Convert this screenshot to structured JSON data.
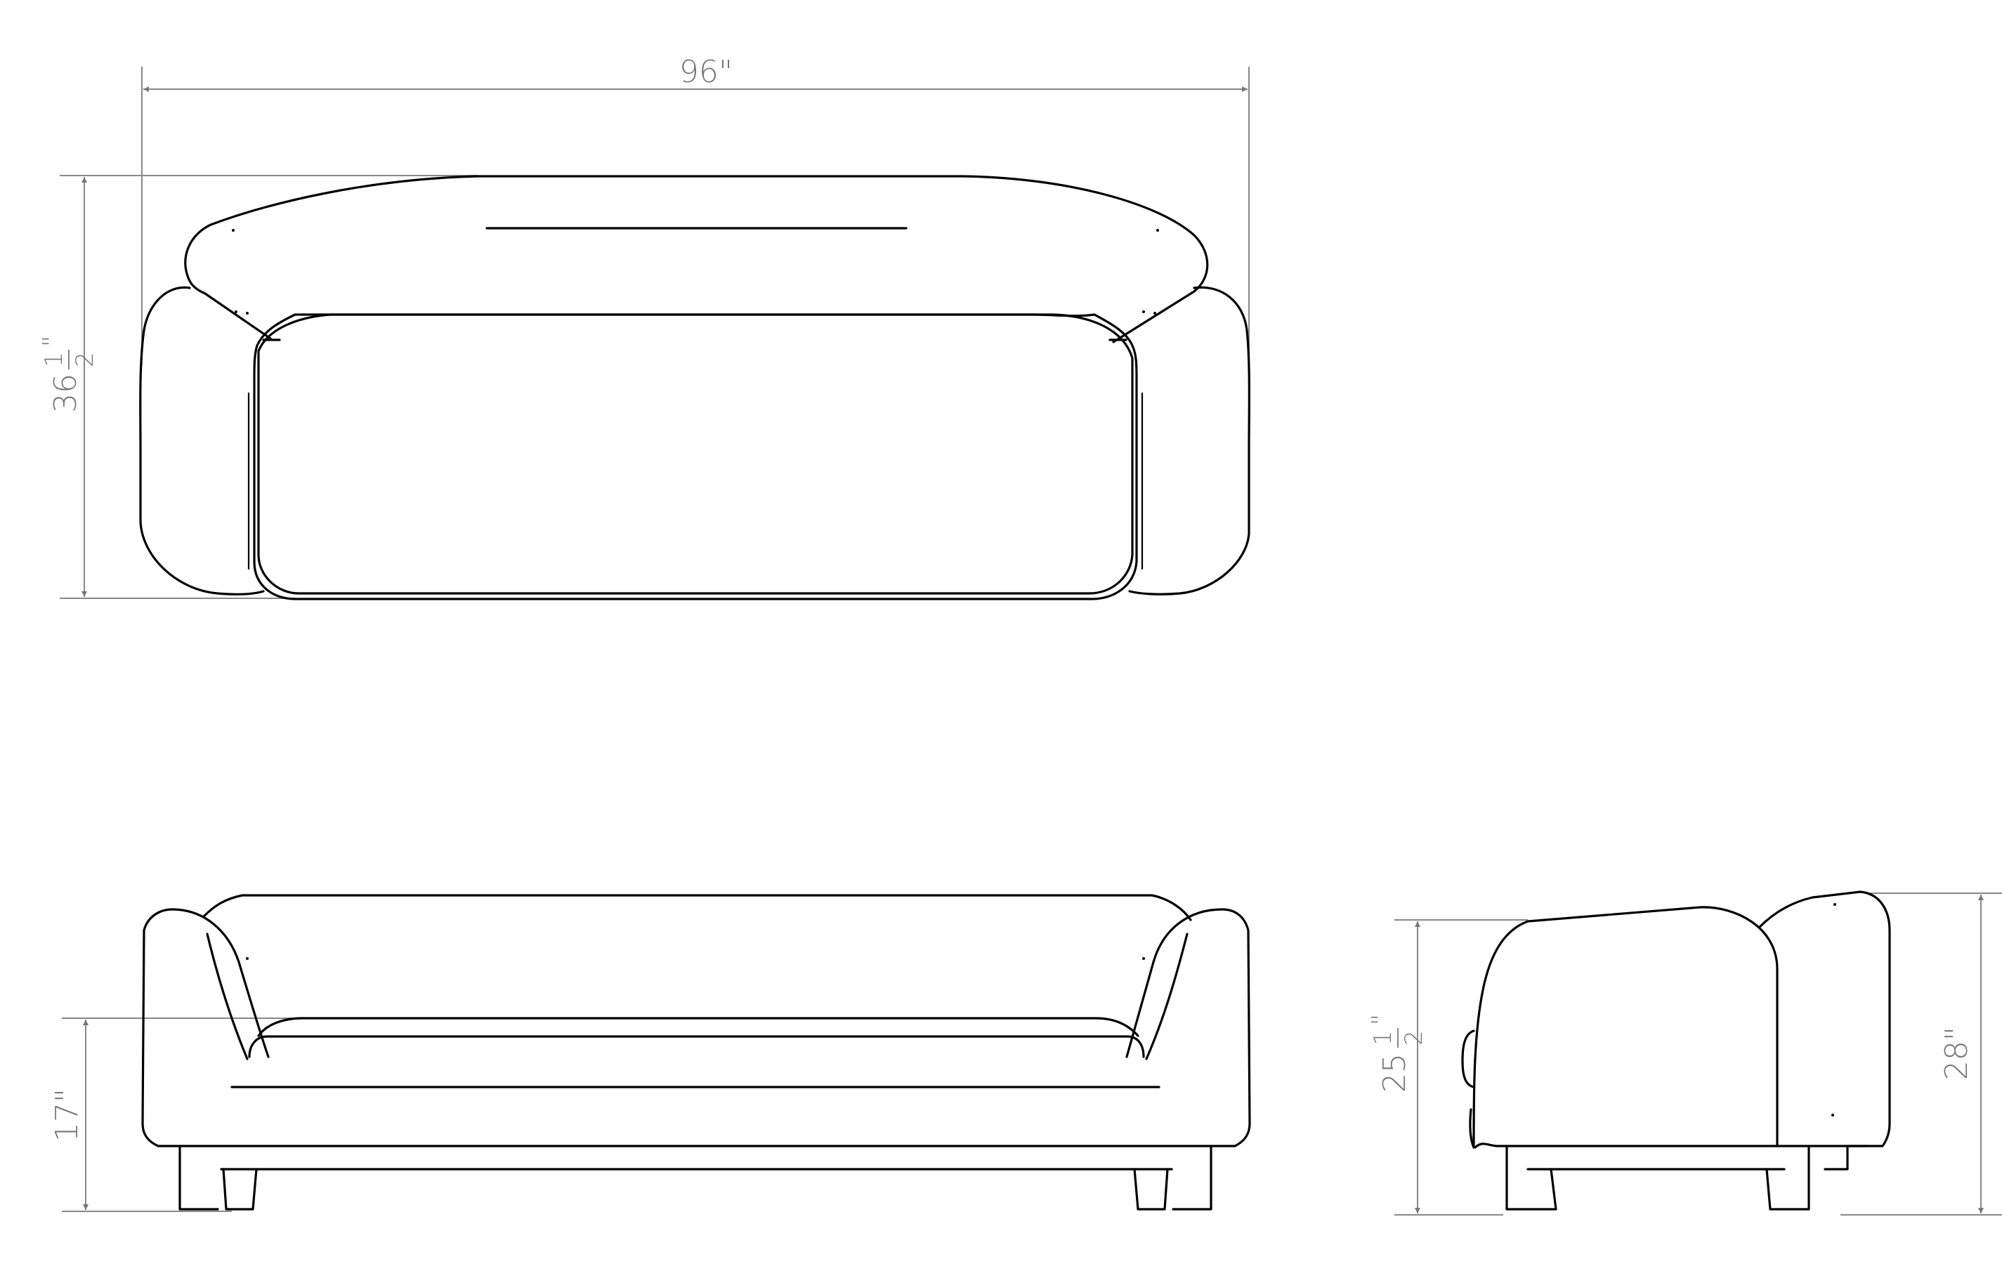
{
  "dimensions": {
    "width": "96\"",
    "depth_whole": "36",
    "depth_num": "1",
    "depth_den": "2",
    "depth_inch": "\"",
    "seat_height": "17\"",
    "arm_height_whole": "25",
    "arm_height_num": "1",
    "arm_height_den": "2",
    "arm_height_inch": "\"",
    "back_height": "28\""
  },
  "colors": {
    "line": "#000000",
    "dimension": "#777777"
  }
}
